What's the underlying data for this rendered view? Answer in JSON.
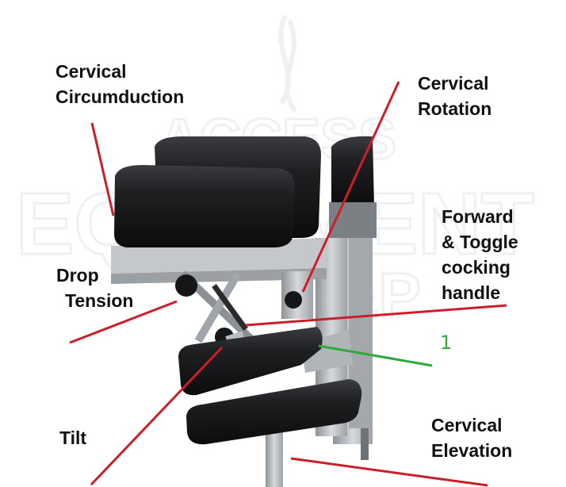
{
  "watermark": {
    "line1": "ACCESS",
    "line2": "EQUIPMENT",
    "line3": "&P"
  },
  "labels": {
    "cervical_circumduction": [
      "Cervical",
      "Circumduction"
    ],
    "cervical_rotation": [
      "Cervical",
      "Rotation"
    ],
    "forward_toggle": [
      "Forward",
      "& Toggle",
      "cocking",
      "handle"
    ],
    "drop_tension": [
      "Drop",
      "Tension"
    ],
    "tilt": [
      "Tilt"
    ],
    "cervical_elevation": [
      "Cervical",
      "Elevation"
    ],
    "marker_1": "1"
  },
  "colors": {
    "pointer_red": "#cc1f2a",
    "pointer_green": "#2eaa3c",
    "cushion": "#1e1f21",
    "metal": "#b4b8bc"
  }
}
